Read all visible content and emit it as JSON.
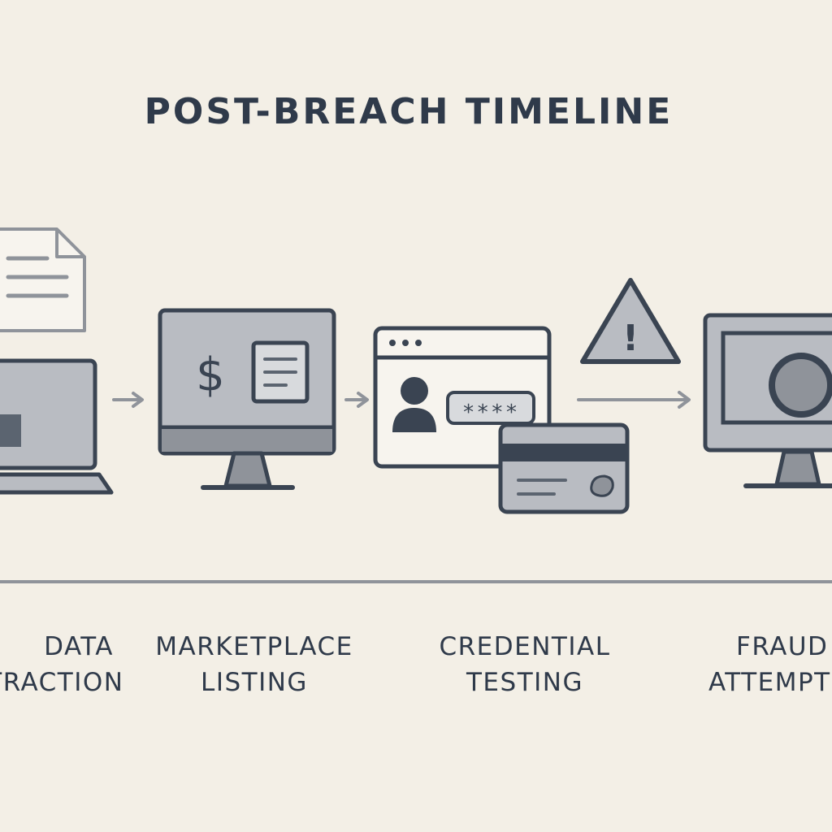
{
  "title": "POST-BREACH TIMELINE",
  "stages": [
    {
      "line1": "DATA",
      "line2": "EXTRACTION",
      "icon": "laptop-document-icon"
    },
    {
      "line1": "MARKETPLACE",
      "line2": "LISTING",
      "icon": "monitor-dollar-icon"
    },
    {
      "line1": "CREDENTIAL",
      "line2": "TESTING",
      "icon": "browser-login-card-icon"
    },
    {
      "line1": "FRAUD",
      "line2": "ATTEMPTS",
      "icon": "monitor-magnifier-icon"
    }
  ],
  "password_mask": "****",
  "currency_symbol": "$",
  "alert_symbol": "!",
  "colors": {
    "background": "#f3efe6",
    "ink": "#3a4452",
    "fill": "#b9bcc2",
    "fill_dark": "#5b6470",
    "arrow": "#8f939a"
  }
}
